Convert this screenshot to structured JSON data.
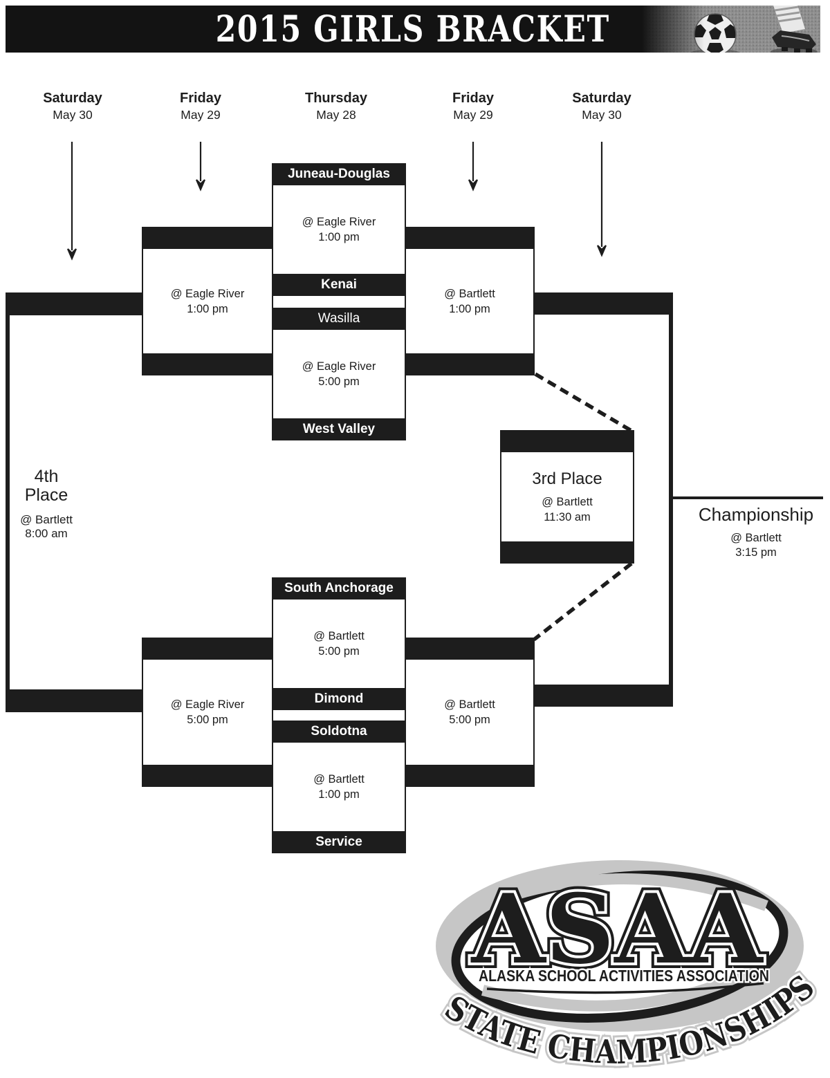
{
  "header": {
    "title": "2015 GIRLS BRACKET"
  },
  "columns": [
    {
      "day": "Saturday",
      "date": "May 30"
    },
    {
      "day": "Friday",
      "date": "May 29"
    },
    {
      "day": "Thursday",
      "date": "May 28"
    },
    {
      "day": "Friday",
      "date": "May 29"
    },
    {
      "day": "Saturday",
      "date": "May 30"
    }
  ],
  "games": {
    "qf1": {
      "top_team": "Juneau-Douglas",
      "bottom_team": "Kenai",
      "venue": "@ Eagle River",
      "time": "1:00 pm"
    },
    "qf2": {
      "top_team": "Wasilla",
      "bottom_team": "West Valley",
      "venue": "@ Eagle River",
      "time": "5:00 pm"
    },
    "qf3": {
      "top_team": "South Anchorage",
      "bottom_team": "Dimond",
      "venue": "@ Bartlett",
      "time": "5:00 pm"
    },
    "qf4": {
      "top_team": "Soldotna",
      "bottom_team": "Service",
      "venue": "@ Bartlett",
      "time": "1:00 pm"
    },
    "sf_top": {
      "venue": "@ Bartlett",
      "time": "1:00 pm"
    },
    "sf_bottom": {
      "venue": "@ Bartlett",
      "time": "5:00 pm"
    },
    "cons_top": {
      "venue": "@ Eagle River",
      "time": "1:00 pm"
    },
    "cons_bottom": {
      "venue": "@ Eagle River",
      "time": "5:00 pm"
    }
  },
  "finals": {
    "fourth": {
      "line1": "4th",
      "line2": "Place",
      "venue": "@ Bartlett",
      "time": "8:00 am"
    },
    "third": {
      "title": "3rd Place",
      "venue": "@ Bartlett",
      "time": "11:30 am"
    },
    "championship": {
      "title": "Championship",
      "venue": "@ Bartlett",
      "time": "3:15 pm"
    }
  },
  "logo": {
    "acronym": "ASAA",
    "org": "ALASKA SCHOOL ACTIVITIES ASSOCIATION",
    "event": "STATE CHAMPIONSHIPS"
  },
  "icons": {
    "photo": "soccer-ball-and-cleat-photo"
  },
  "colors": {
    "ink": "#1d1d1d",
    "logo_gray": "#c6c6c6",
    "banner_bg": "#131313"
  }
}
